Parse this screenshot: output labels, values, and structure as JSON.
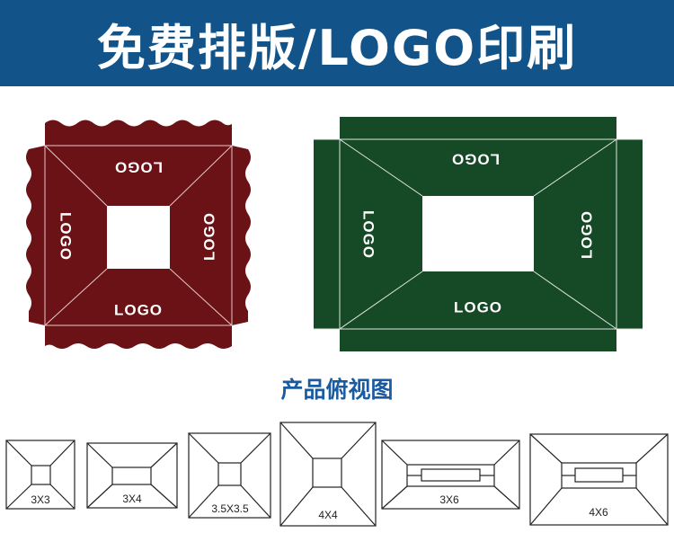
{
  "banner": {
    "title": "免费排版/LOGO印刷",
    "color": "#12548a"
  },
  "tents": {
    "red": {
      "color": "#6b1216",
      "logos": {
        "top": "LOGO",
        "bottom": "LOGO",
        "left": "LOGO",
        "right": "LOGO"
      }
    },
    "green": {
      "color": "#164a26",
      "logos": {
        "top": "LOGO",
        "bottom": "LOGO",
        "left": "LOGO",
        "right": "LOGO"
      }
    }
  },
  "section": {
    "title": "产品俯视图",
    "color": "#1a5aa0"
  },
  "sizes": [
    "3X3",
    "3X4",
    "3.5X3.5",
    "4X4",
    "3X6",
    "4X6"
  ]
}
